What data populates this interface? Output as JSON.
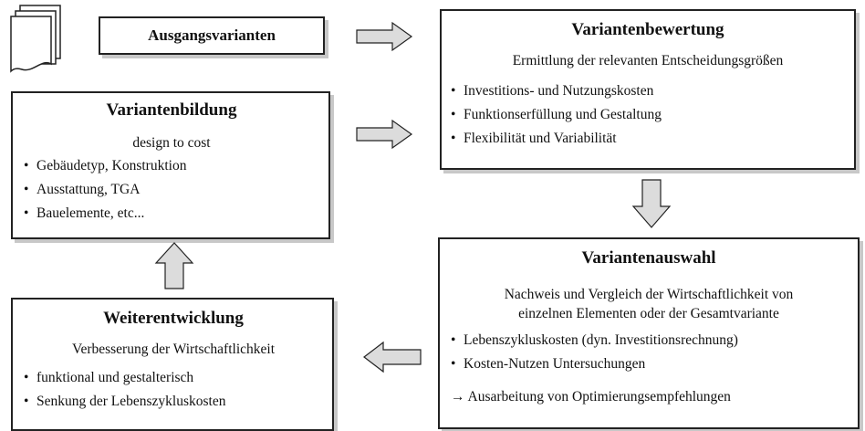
{
  "start": {
    "label": "Ausgangsvarianten"
  },
  "bewertung": {
    "title": "Variantenbewertung",
    "subtitle": "Ermittlung der relevanten Entscheidungsgrößen",
    "items": [
      "Investitions- und Nutzungskosten",
      "Funktionserfüllung und Gestaltung",
      "Flexibilität und Variabilität"
    ]
  },
  "bildung": {
    "title": "Variantenbildung",
    "subtitle": "design to cost",
    "items": [
      "Gebäudetyp, Konstruktion",
      "Ausstattung, TGA",
      "Bauelemente, etc..."
    ]
  },
  "auswahl": {
    "title": "Variantenauswahl",
    "subtitle_line1": "Nachweis und Vergleich der Wirtschaftlichkeit von",
    "subtitle_line2": "einzelnen Elementen oder der Gesamtvariante",
    "items": [
      "Lebenszykluskosten (dyn. Investitionsrechnung)",
      "Kosten-Nutzen Untersuchungen"
    ],
    "conclusion": "→ Ausarbeitung von Optimierungsempfehlungen"
  },
  "weiter": {
    "title": "Weiterentwicklung",
    "subtitle": "Verbesserung der Wirtschaftlichkeit",
    "items": [
      "funktional und gestalterisch",
      "Senkung der Lebenszykluskosten"
    ]
  },
  "icon": "document-stack-icon",
  "colors": {
    "arrow_fill": "#dcdcdc",
    "border": "#222222",
    "shadow": "#c8c8c8"
  }
}
